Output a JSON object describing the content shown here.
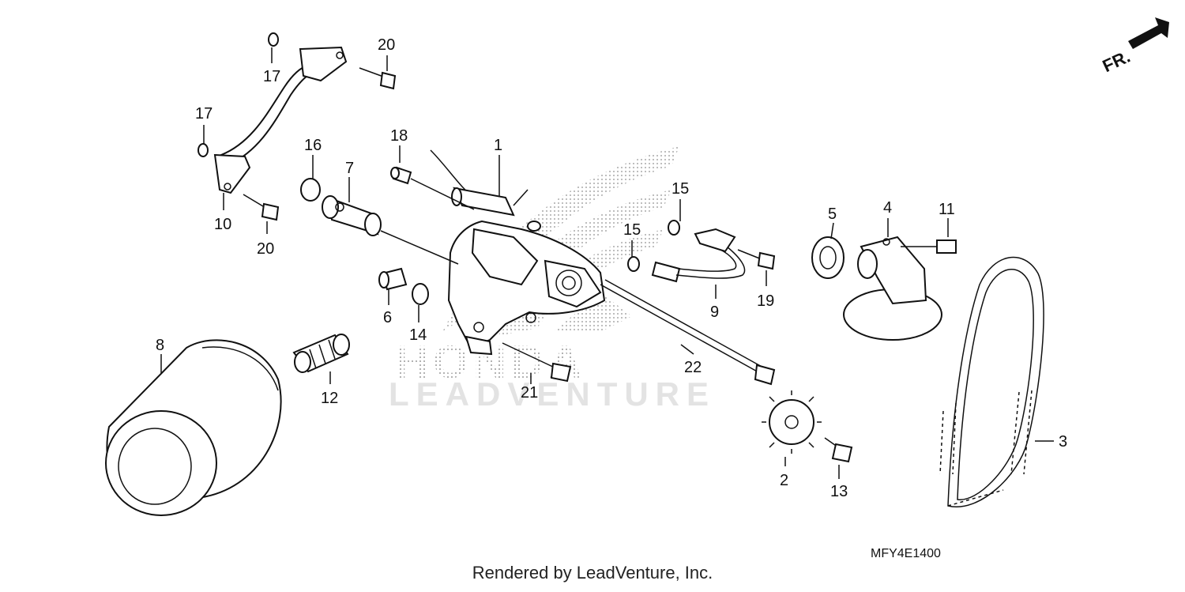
{
  "diagram": {
    "code": "MFY4E1400",
    "footer": "Rendered by LeadVenture, Inc.",
    "watermark": {
      "brand": "HONDA",
      "company": "LEADVENTURE"
    },
    "direction_marker": "FR.",
    "callouts": {
      "c1": "1",
      "c2": "2",
      "c3": "3",
      "c4": "4",
      "c5": "5",
      "c6": "6",
      "c7": "7",
      "c8": "8",
      "c9": "9",
      "c10": "10",
      "c11": "11",
      "c12": "12",
      "c13": "13",
      "c14": "14",
      "c15a": "15",
      "c15b": "15",
      "c16": "16",
      "c17a": "17",
      "c17b": "17",
      "c18": "18",
      "c19": "19",
      "c20a": "20",
      "c20b": "20",
      "c21": "21",
      "c22": "22"
    }
  }
}
